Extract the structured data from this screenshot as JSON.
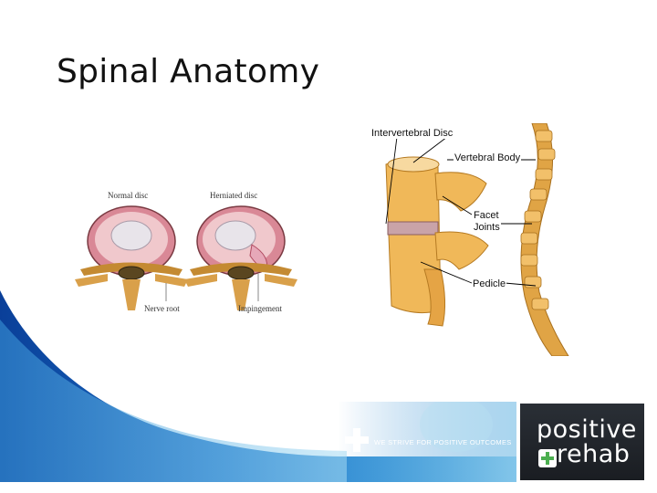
{
  "slide": {
    "title": "Spinal Anatomy"
  },
  "disc_figure": {
    "normal_label": "Normal disc",
    "herniated_label": "Herniated disc",
    "nerve_root_label": "Nerve root",
    "impingement_label": "Impingement"
  },
  "spine_figure": {
    "intervertebral_disc_label": "Intervertebral Disc",
    "vertebral_body_label": "Vertebral Body",
    "facet_label_1": "Facet",
    "facet_label_2": "Joints",
    "pedicle_label": "Pedicle"
  },
  "footer": {
    "slogan": "WE STRIVE FOR POSITIVE OUTCOMES",
    "logo_line1": "positive",
    "logo_line2": "rehab",
    "colors": {
      "blue_dark": "#0f4fa8",
      "blue_light": "#6fc0ea",
      "logo_bg": "#22262c",
      "logo_plus": "#4caf50"
    }
  }
}
